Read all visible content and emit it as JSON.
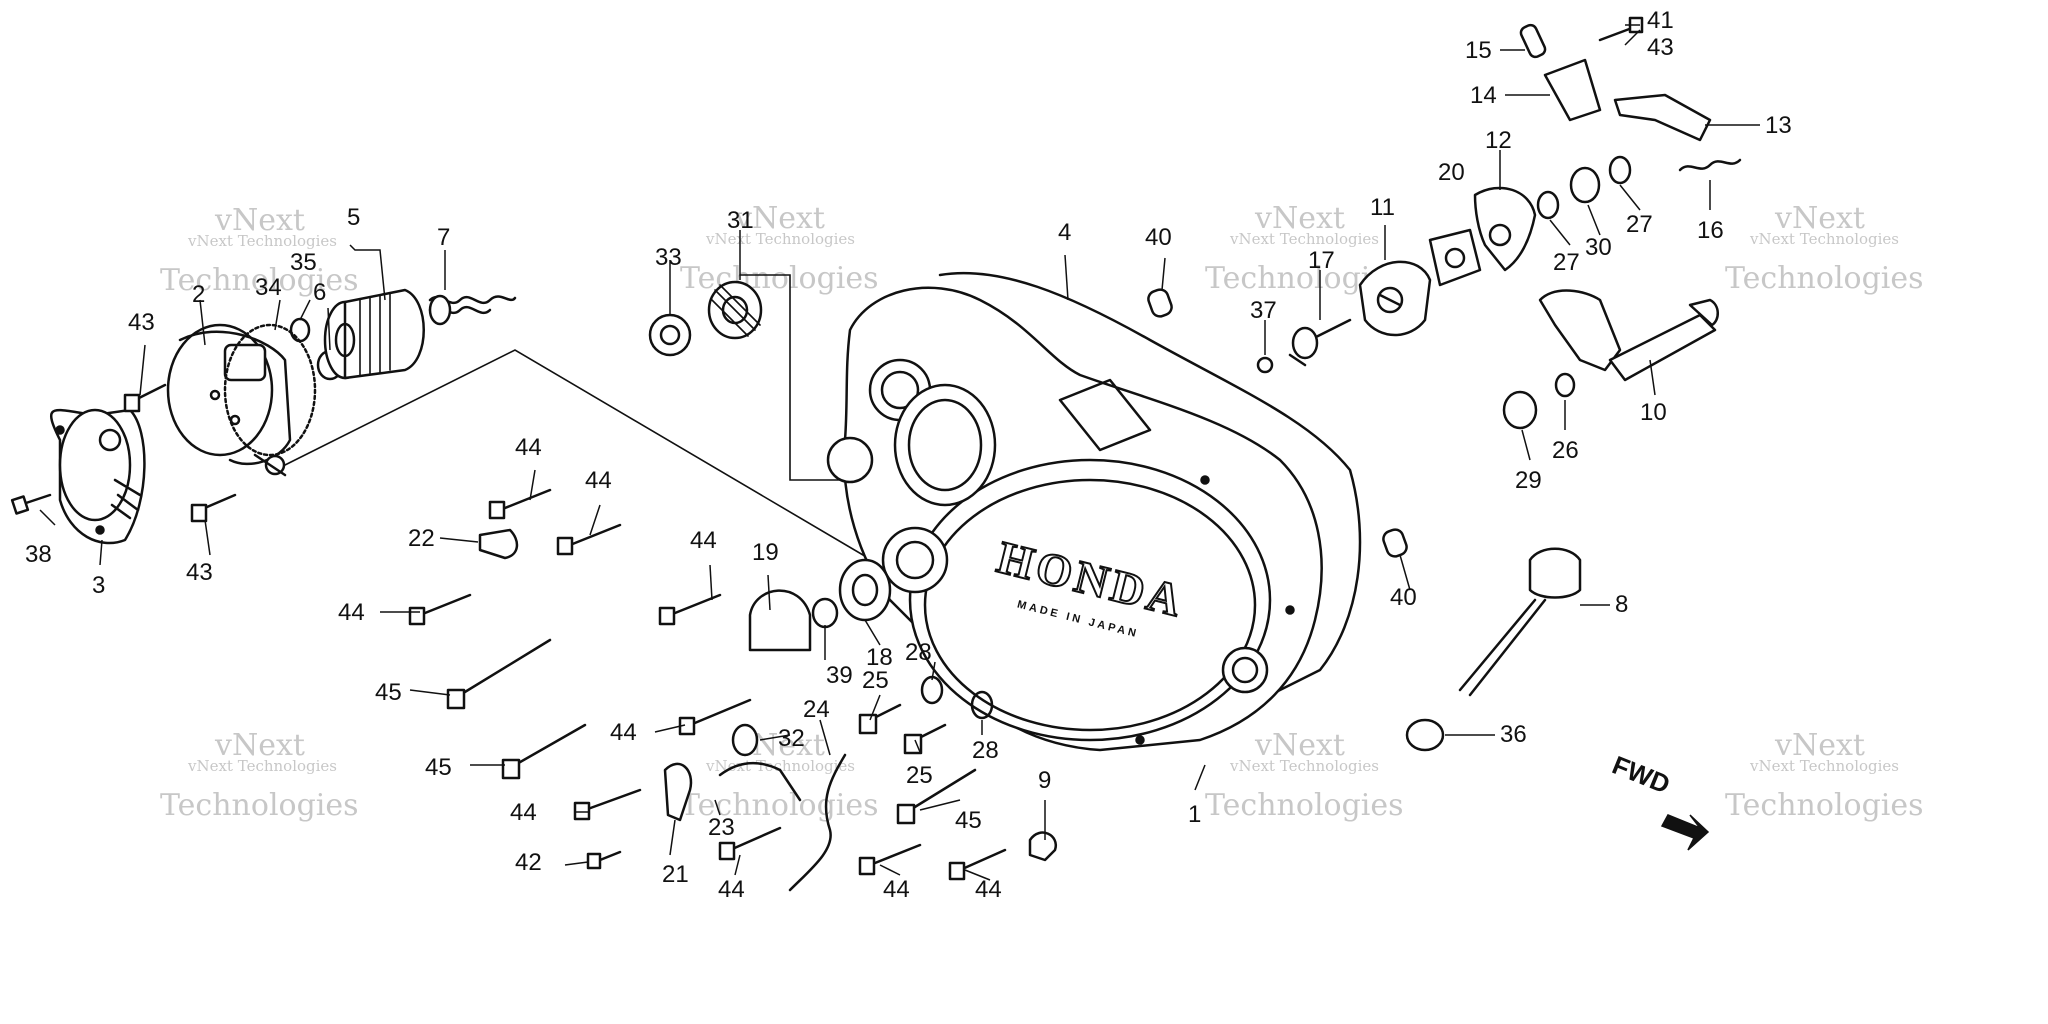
{
  "watermark": {
    "line1": "vNext",
    "line2": "vNext Technologies",
    "line3": "Technologies"
  },
  "diagram": {
    "brand_text": "HONDA",
    "made_text": "MADE IN JAPAN",
    "direction_label": "FWD"
  },
  "labels": {
    "p1": "1",
    "p2": "2",
    "p3": "3",
    "p4": "4",
    "p5": "5",
    "p6": "6",
    "p7": "7",
    "p8": "8",
    "p9": "9",
    "p10": "10",
    "p11": "11",
    "p12": "12",
    "p13": "13",
    "p14": "14",
    "p15": "15",
    "p16": "16",
    "p17": "17",
    "p18": "18",
    "p19": "19",
    "p20": "20",
    "p21": "21",
    "p22": "22",
    "p23": "23",
    "p24": "24",
    "p25a": "25",
    "p25b": "25",
    "p26": "26",
    "p27a": "27",
    "p27b": "27",
    "p28a": "28",
    "p28b": "28",
    "p29": "29",
    "p30": "30",
    "p31": "31",
    "p32": "32",
    "p33": "33",
    "p34": "34",
    "p35": "35",
    "p36": "36",
    "p37": "37",
    "p38": "38",
    "p39": "39",
    "p40a": "40",
    "p40b": "40",
    "p41": "41",
    "p42": "42",
    "p43a": "43",
    "p43b": "43",
    "p43c": "43",
    "p44a": "44",
    "p44b": "44",
    "p44c": "44",
    "p44d": "44",
    "p44e": "44",
    "p44f": "44",
    "p44g": "44",
    "p44h": "44",
    "p44i": "44",
    "p45a": "45",
    "p45b": "45",
    "p45c": "45"
  }
}
